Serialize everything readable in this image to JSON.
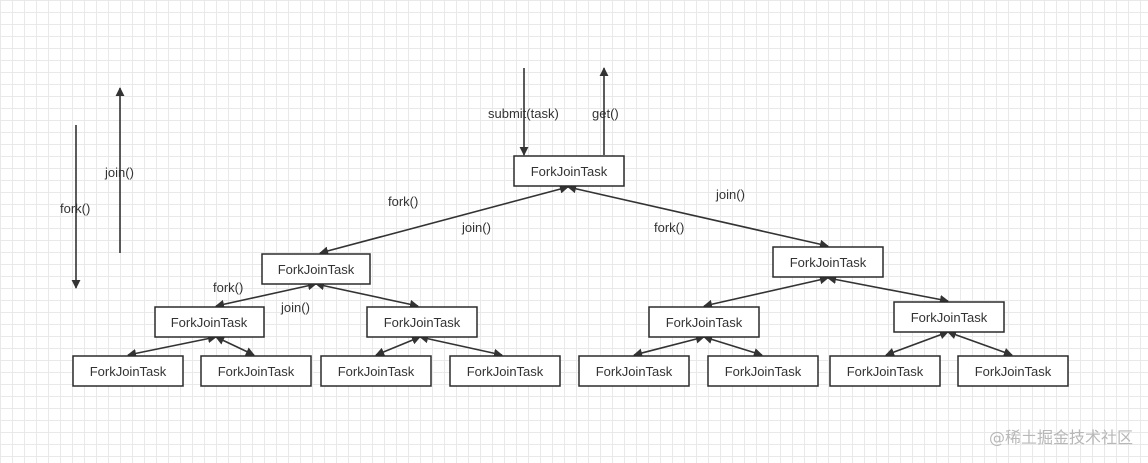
{
  "node_label": "ForkJoinTask",
  "labels": {
    "submit": "submit(task)",
    "get": "get()",
    "fork": "fork()",
    "join": "join()"
  },
  "watermark": "@稀土掘金技术社区",
  "colors": {
    "stroke": "#2b2b2b",
    "text": "#333333",
    "grid": "#e9e9e9",
    "watermark": "#b8b8b8"
  }
}
